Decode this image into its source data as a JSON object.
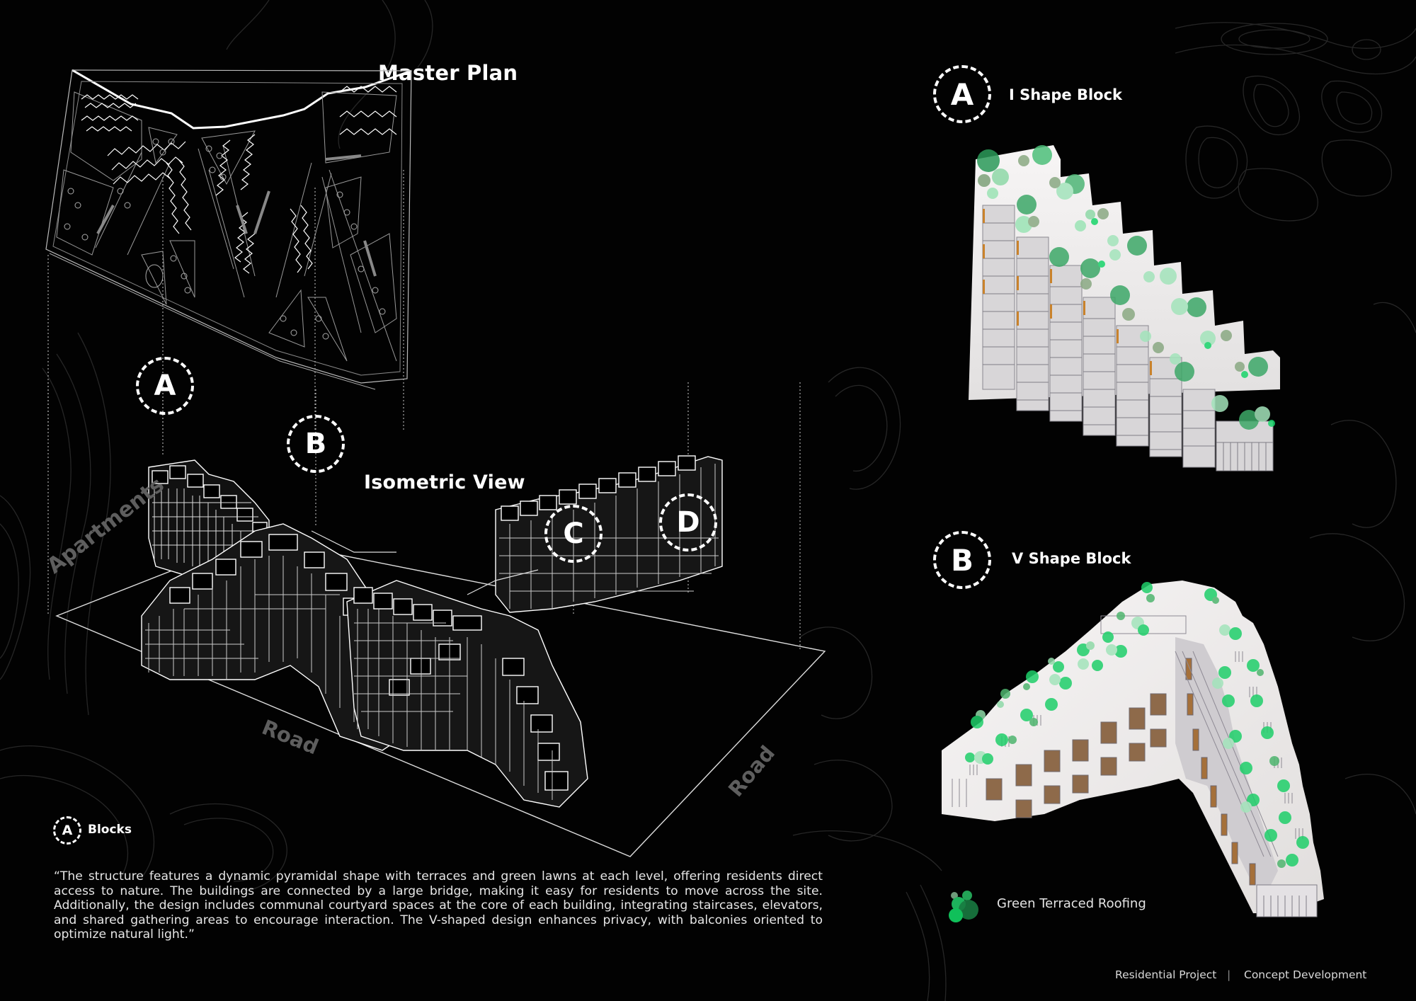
{
  "board": {
    "background": "#020202",
    "contour_color": "#2a2a2a"
  },
  "master_plan": {
    "title": "Master Plan",
    "line_color": "#ffffff"
  },
  "isometric": {
    "title": "Isometric View",
    "ground_labels": {
      "apartments": "Apartments",
      "road_left": "Road",
      "road_right": "Road"
    }
  },
  "markers": [
    {
      "id": "A",
      "letter": "A"
    },
    {
      "id": "B",
      "letter": "B"
    },
    {
      "id": "C",
      "letter": "C"
    },
    {
      "id": "D",
      "letter": "D"
    }
  ],
  "legend_blocks": {
    "letter": "A",
    "label": "Blocks"
  },
  "description": "“The structure features a dynamic pyramidal shape with terraces and green lawns at each level, offering residents direct access to nature. The buildings are connected by a large bridge, making it easy for residents to move across the site. Additionally, the design includes communal courtyard spaces at the core of each building, integrating staircases, elevators, and shared gathering areas to encourage interaction. The V-shaped design enhances privacy, with balconies oriented to optimize natural light.”",
  "blocks": [
    {
      "letter": "A",
      "label": "I Shape Block"
    },
    {
      "letter": "B",
      "label": "V Shape Block"
    }
  ],
  "legend_green": {
    "label": "Green Terraced Roofing",
    "color": "#1fbf5a"
  },
  "footer": {
    "project": "Residential Project",
    "separator": "|",
    "stage": "Concept Development"
  }
}
